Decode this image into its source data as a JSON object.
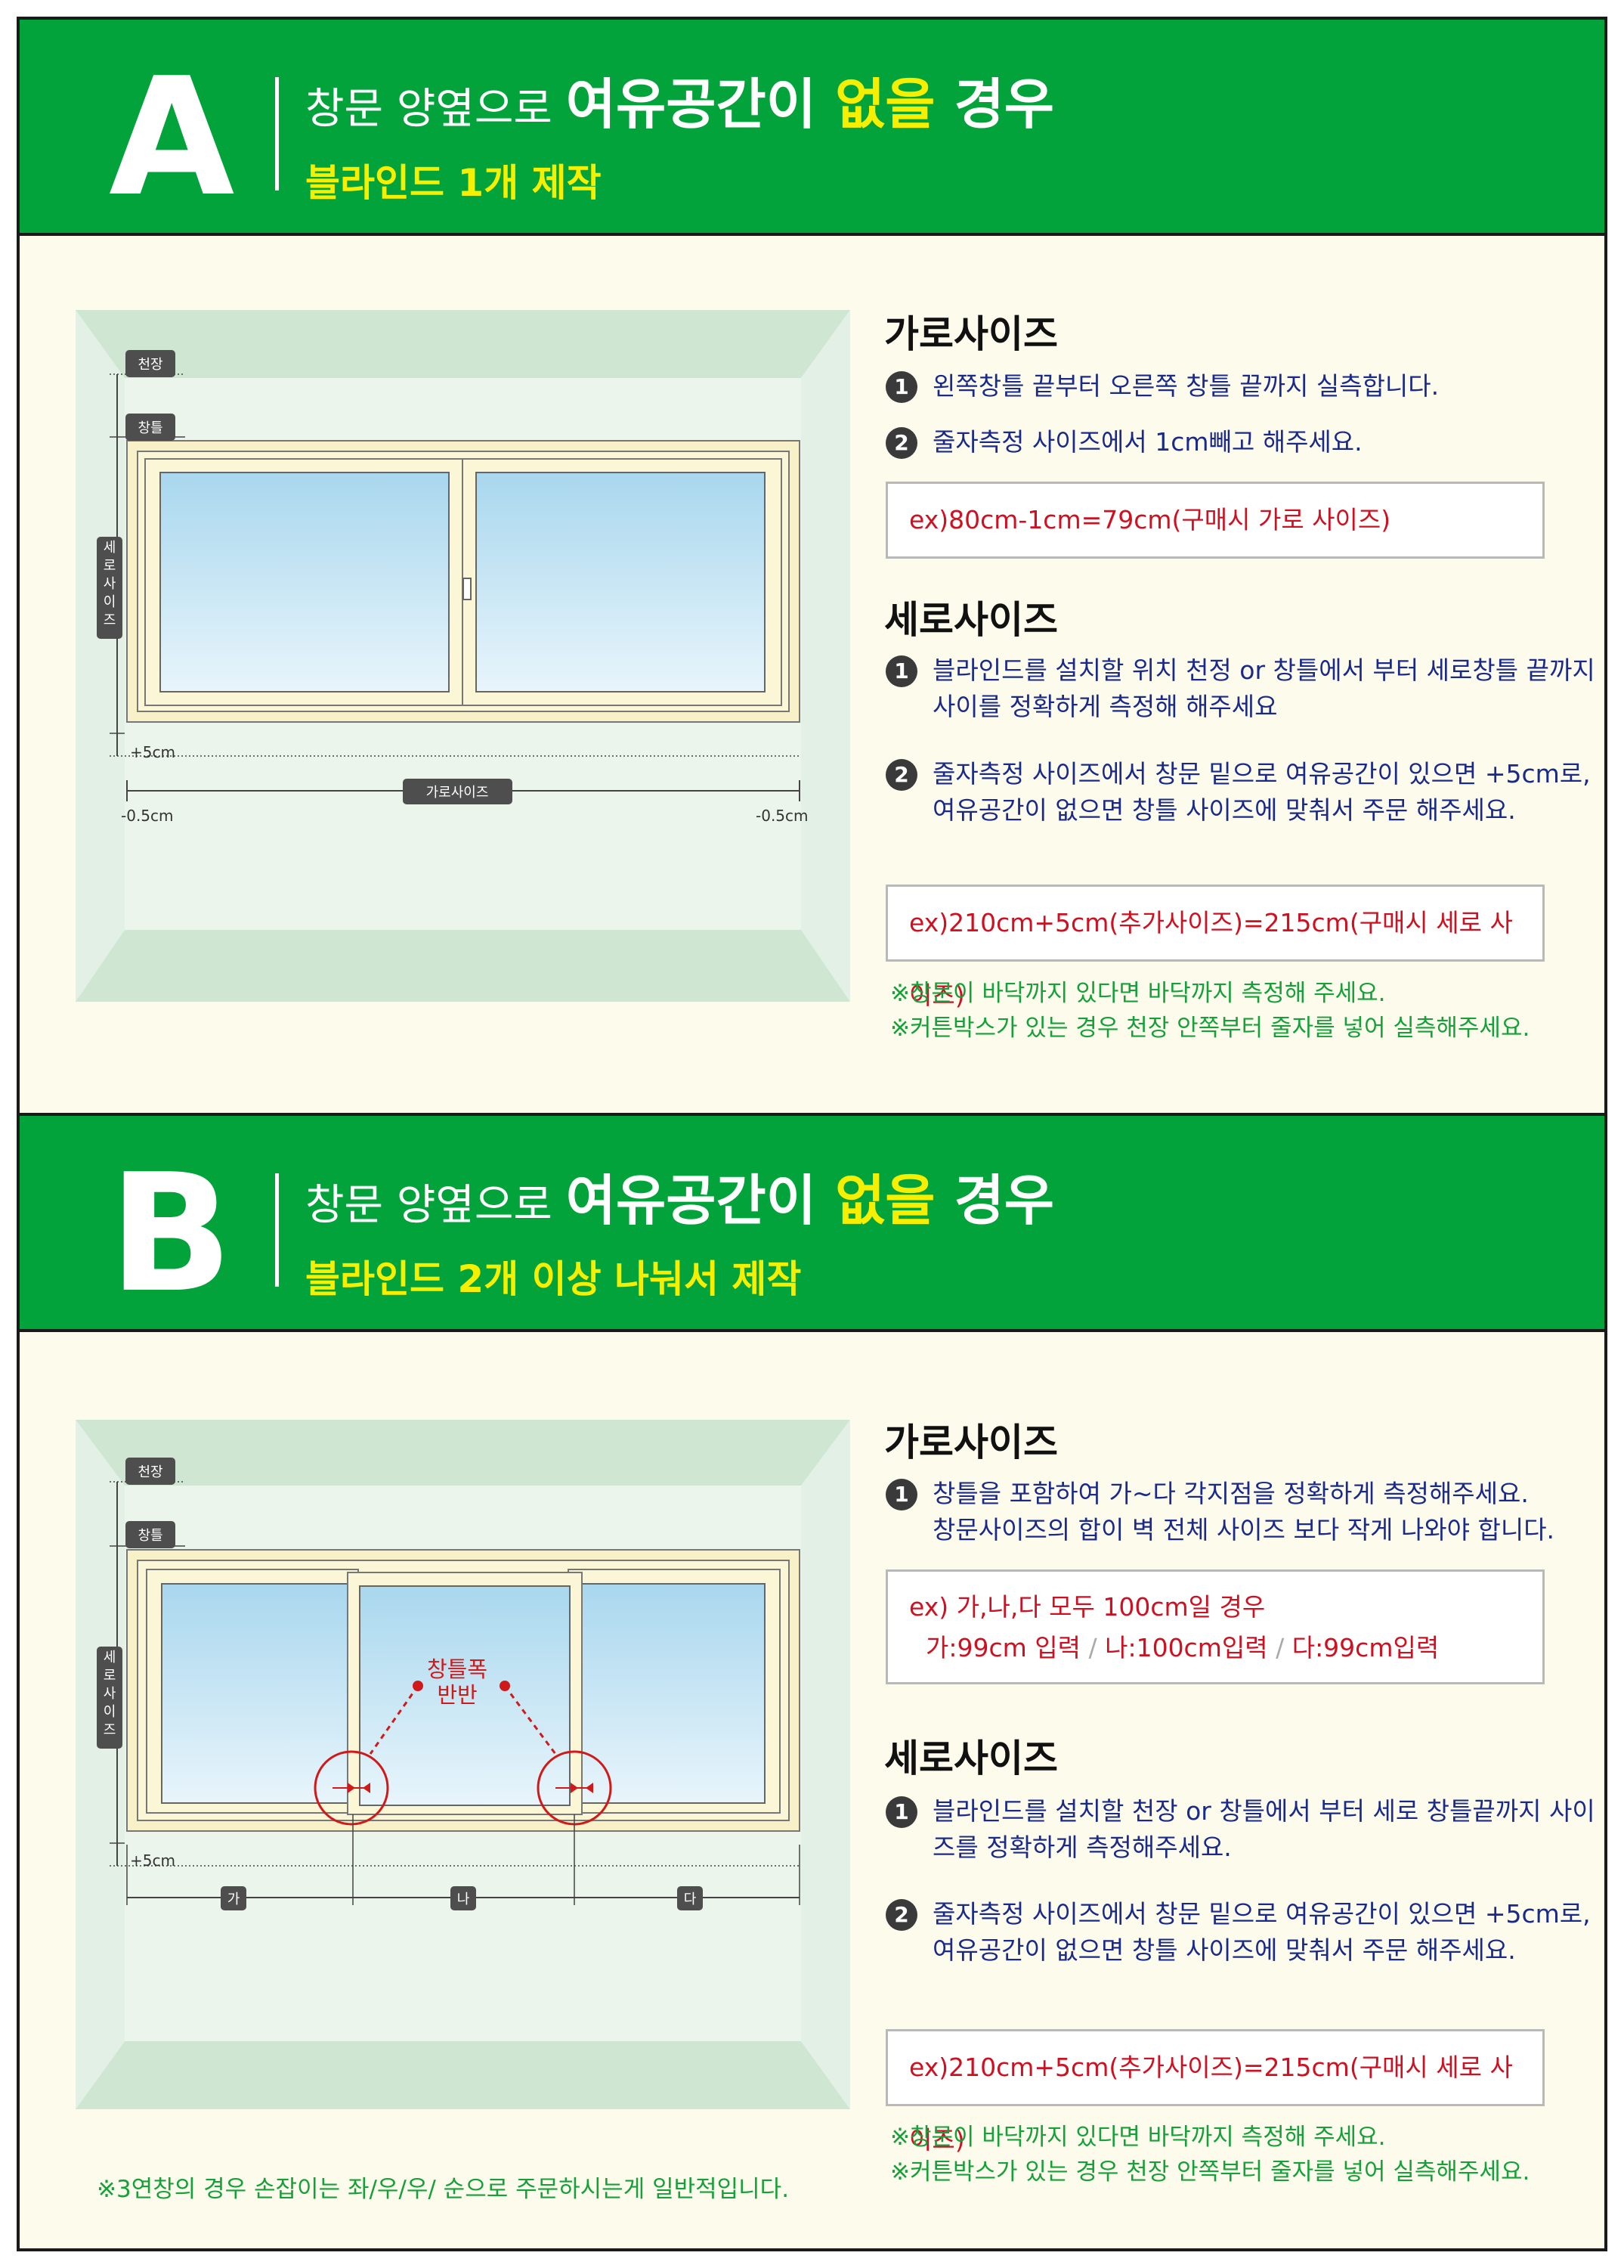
{
  "sectionA": {
    "letter": "A",
    "title_pre": "창문 양옆으로 ",
    "title_big": "여유공간이 ",
    "title_hl": "없을",
    "title_post": " 경우",
    "subtitle": "블라인드 1개 제작",
    "diagram": {
      "ceiling": "천장",
      "frame": "창틀",
      "vertical": "세로사이즈",
      "horizontal": "가로사이즈",
      "plus5": "+5cm",
      "minus_left": "-0.5cm",
      "minus_right": "-0.5cm"
    },
    "width_heading": "가로사이즈",
    "width_items": [
      {
        "num": "1",
        "text": "왼쪽창틀 끝부터 오른쪽 창틀 끝까지 실측합니다."
      },
      {
        "num": "2",
        "text": "줄자측정 사이즈에서 1cm빼고 해주세요."
      }
    ],
    "width_example": "ex)80cm-1cm=79cm(구매시 가로 사이즈)",
    "height_heading": "세로사이즈",
    "height_items": [
      {
        "num": "1",
        "text": "블라인드를 설치할 위치 천정 or 창틀에서 부터 세로창틀 끝까지 사이를 정확하게 측정해 해주세요"
      },
      {
        "num": "2",
        "text": "줄자측정 사이즈에서 창문 밑으로 여유공간이 있으면 +5cm로, 여유공간이 없으면 창틀 사이즈에 맞춰서 주문 해주세요."
      }
    ],
    "height_example": "ex)210cm+5cm(추가사이즈)=215cm(구매시 세로 사이즈)",
    "notes": [
      "※창문이 바닥까지 있다면 바닥까지 측정해 주세요.",
      "※커튼박스가 있는 경우 천장 안쪽부터 줄자를 넣어 실측해주세요."
    ]
  },
  "sectionB": {
    "letter": "B",
    "title_pre": "창문 양옆으로 ",
    "title_big": "여유공간이 ",
    "title_hl": "없을",
    "title_post": " 경우",
    "subtitle": "블라인드 2개 이상 나눠서 제작",
    "diagram": {
      "ceiling": "천장",
      "frame": "창틀",
      "vertical": "세로사이즈",
      "plus5": "+5cm",
      "half_line1": "창틀폭",
      "half_line2": "반반",
      "seg_a": "가",
      "seg_b": "나",
      "seg_c": "다"
    },
    "width_heading": "가로사이즈",
    "width_item": {
      "num": "1",
      "line1": "창틀을 포함하여 가~다 각지점을 정확하게 측정해주세요.",
      "line2": "창문사이즈의 합이 벽 전체 사이즈 보다 작게 나와야 합니다."
    },
    "width_example_line1": "ex) 가,나,다 모두 100cm일 경우",
    "width_example_a": "가:99cm 입력",
    "width_example_b": "나:100cm입력",
    "width_example_c": "다:99cm입력",
    "sep": "/",
    "height_heading": "세로사이즈",
    "height_items": [
      {
        "num": "1",
        "text": "블라인드를 설치할 천장 or 창틀에서 부터 세로 창틀끝까지 사이즈를 정확하게 측정해주세요."
      },
      {
        "num": "2",
        "text": "줄자측정 사이즈에서 창문 밑으로 여유공간이 있으면 +5cm로, 여유공간이 없으면 창틀 사이즈에 맞춰서 주문 해주세요."
      }
    ],
    "height_example": "ex)210cm+5cm(추가사이즈)=215cm(구매시 세로 사이즈)",
    "notes": [
      "※창문이 바닥까지 있다면 바닥까지 측정해 주세요.",
      "※커튼박스가 있는 경우 천장 안쪽부터 줄자를 넣어 실측해주세요."
    ],
    "bottom_note": "※3연창의 경우 손잡이는 좌/우/우/ 순으로 주문하시는게 일반적입니다."
  }
}
